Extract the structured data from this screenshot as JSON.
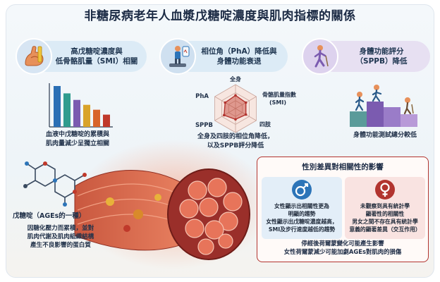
{
  "title": "非糖尿病老年人血漿戊糖啶濃度與肌肉指標的關係",
  "panels": {
    "left_top": {
      "line1": "高戊糖啶濃度與",
      "line2": "低骨骼肌量（SMI）相關"
    },
    "center_top": {
      "line1": "相位角（PhA）降低與",
      "line2": "身體功能衰退"
    },
    "right_top": {
      "line1": "身體功能評分",
      "line2": "（SPPB）降低"
    }
  },
  "bar_caption": {
    "line1": "血液中戊糖啶的累積與",
    "line2": "肌肉量減少呈獨立相關"
  },
  "radar": {
    "labels": {
      "top": "全身",
      "right": "骨骼肌量指數",
      "right2": "(SMI)",
      "left": "PhA",
      "bottom_left": "SPPB",
      "bottom_right": "四肢"
    },
    "caption_line1": "全身及四肢的相位角降低，",
    "caption_line2": "以及SPPB評分降低"
  },
  "stairs_caption": "身體功能測試總分較低",
  "pentosidine": {
    "title": "戊糖啶（AGEs的一種）",
    "line1": "因糖化壓力而累積，並對",
    "line2": "肌肉代謝及肌肉組織結構",
    "line3": "產生不良影響的蛋白質"
  },
  "gender": {
    "title": "性別差異對相關性的影響",
    "male": {
      "line1": "女性顯示出相關性更為",
      "line2": "明顯的趨勢",
      "line3": "女性顯示出戊糖啶濃度越高，",
      "line4": "SMI及步行速度越低的趨勢"
    },
    "female": {
      "line1": "未觀察到具有統計學",
      "line2": "顯著性的相關性",
      "line3": "男女之間不存在具有統計學",
      "line4": "意義的顯著差異（交互作用）"
    },
    "note_line1": "停經後荷爾蒙變化可能產生影響",
    "note_line2": "女性荷爾蒙減少可能加劇AGEs對肌肉的損傷"
  },
  "colors": {
    "male": "#2c74b8",
    "female": "#b2342f",
    "pill_blue": "#dcebf6",
    "pill_purple": "#e7e0f2"
  },
  "bars": [
    {
      "value": 1.0,
      "color": "#2a6fb5"
    },
    {
      "value": 0.82,
      "color": "#2f9c8e"
    },
    {
      "value": 0.66,
      "color": "#7b5bb0"
    },
    {
      "value": 0.54,
      "color": "#d9a32b"
    },
    {
      "value": 0.42,
      "color": "#d8642a"
    },
    {
      "value": 0.3,
      "color": "#c0392b"
    }
  ],
  "radar_values": [
    0.55,
    0.5,
    0.5,
    0.45,
    0.55,
    0.5
  ]
}
